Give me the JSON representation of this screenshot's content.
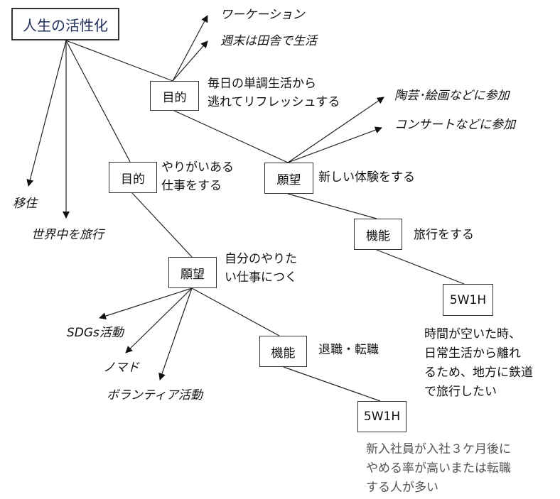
{
  "root": "人生の活性化",
  "root_children": {
    "ijuu": "移住",
    "sekai": "世界中を旅行"
  },
  "purpose1": {
    "box": "目的",
    "desc": [
      "毎日の単調生活から",
      "逃れてリフレッシュする"
    ],
    "ideas": [
      "ワーケーション",
      "週末は田舎で生活"
    ]
  },
  "purpose2": {
    "box": "目的",
    "desc": [
      "やりがいある",
      "仕事をする"
    ]
  },
  "wish1": {
    "box": "願望",
    "desc": "新しい体験をする",
    "ideas": [
      "陶芸･絵画などに参加",
      "コンサートなどに参加"
    ]
  },
  "wish2": {
    "box": "願望",
    "desc": [
      "自分のやりた",
      "い仕事につく"
    ],
    "ideas": [
      "SDGs活動",
      "ノマド",
      "ボランティア活動"
    ]
  },
  "func1": {
    "box": "機能",
    "desc": "旅行をする",
    "w5h1": "5W1H",
    "detail": [
      "時間が空いた時、",
      "日常生活から離れ",
      "るため、地方に鉄道",
      "で旅行したい"
    ]
  },
  "func2": {
    "box": "機能",
    "desc": "退職・転職",
    "w5h1": "5W1H",
    "detail": [
      "新入社員が入社３ケ月後に",
      "やめる率が高いまたは転職",
      "する人が多い"
    ]
  }
}
